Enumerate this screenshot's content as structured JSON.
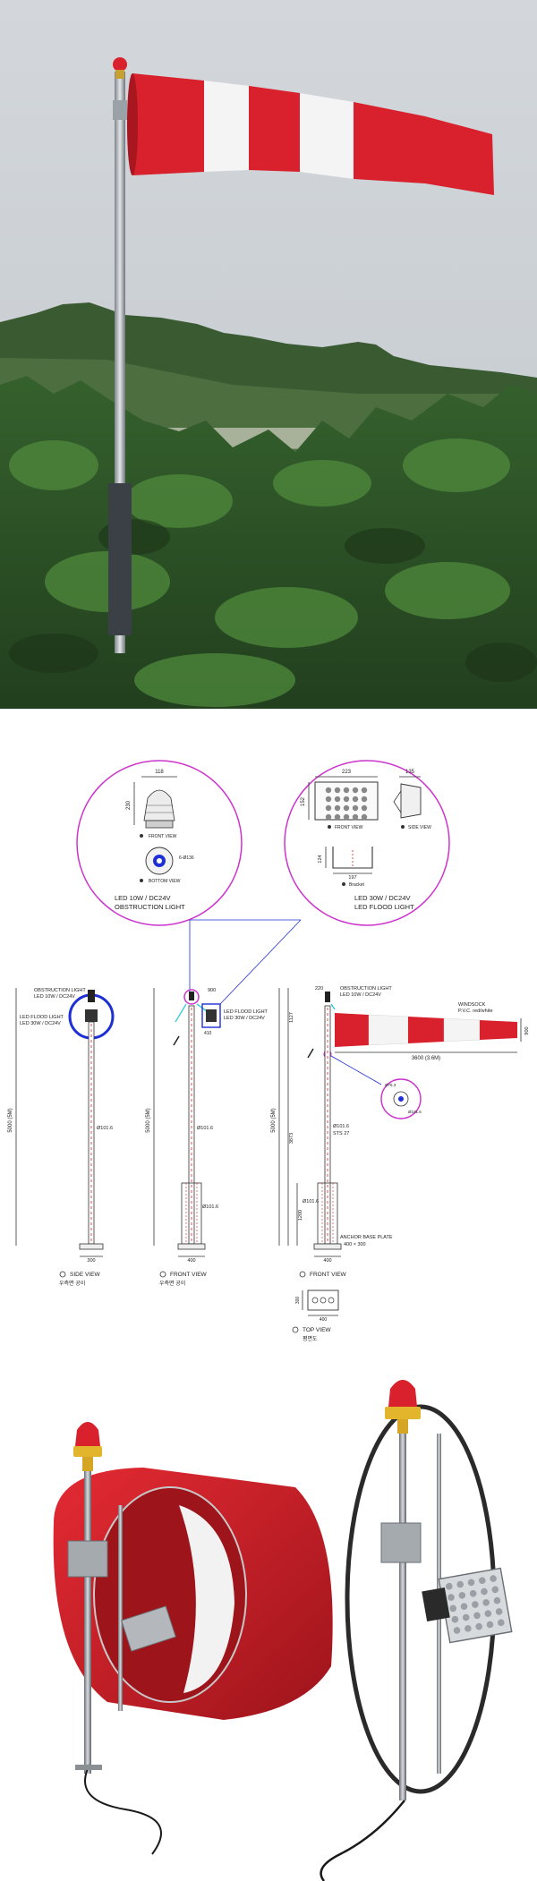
{
  "drawing": {
    "obstruction_detail": {
      "dim_width": "118",
      "dim_height": "230",
      "front_view": "FRONT VIEW",
      "bottom_view": "BOTTOM VIEW",
      "hole_note": "6-Ø136",
      "caption_line1": "LED 10W / DC24V",
      "caption_line2": "OBSTRUCTION LIGHT"
    },
    "flood_detail": {
      "dim_width": "223",
      "dim_depth": "135",
      "dim_height": "152",
      "front_view": "FRONT VIEW",
      "side_view": "SIDE VIEW",
      "bracket_dim_h": "124",
      "bracket_dim_w": "197",
      "bracket_label": "Bracket",
      "caption_line1": "LED 30W / DC24V",
      "caption_line2": "LED FLOOD LIGHT"
    },
    "side_view": {
      "label_obstruction_1": "OBSTRUCTION LIGHT",
      "label_obstruction_2": "LED 10W / DC24V",
      "label_flood_1": "LED FLOOD LIGHT",
      "label_flood_2": "LED 30W / DC24V",
      "height_dim": "5000 (5M)",
      "pipe_dim": "Ø101.6",
      "base_dim": "300",
      "title": "SIDE VIEW",
      "subtitle": "우측면 공이"
    },
    "front_view_1": {
      "top_dim": "900",
      "label_flood_1": "LED FLOOD LIGHT",
      "label_flood_2": "LED 30W / DC24V",
      "side_dim": "410",
      "height_dim": "5000 (5M)",
      "pipe_dim": "Ø101.6",
      "pipe_dim_lower": "Ø101.6",
      "base_dim": "400",
      "title": "FRONT VIEW",
      "subtitle": "우측면 공이"
    },
    "front_view_2": {
      "top_dim": "220",
      "label_obstruction_1": "OBSTRUCTION LIGHT",
      "label_obstruction_2": "LED 10W / DC24V",
      "windsock_label_1": "WINDSOCK",
      "windsock_label_2": "P.V.C. red/white",
      "dim_1127": "1127",
      "dim_3873": "3873",
      "dim_1200": "1200",
      "height_dim": "5000 (5M)",
      "windsock_length": "3600 (3.6M)",
      "windsock_dia": "900",
      "pipe_dim": "Ø101.6",
      "pipe_dim_2": "STS 27",
      "pipe_dim_lower": "Ø101.6",
      "anchor_1": "ANCHOR BASE PLATE",
      "anchor_2": "400 × 300",
      "base_dim": "400",
      "title": "FRONT VIEW",
      "ring_dim_1": "Ø76.3",
      "ring_dim_2": "Ø101.6"
    },
    "top_view": {
      "dim_height": "300",
      "dim_width": "400",
      "title": "TOP VIEW",
      "subtitle": "평면도"
    }
  },
  "colors": {
    "sock_red": "#d8212c",
    "sock_white": "#f4f4f4",
    "sky": "#c9ced4",
    "mountain": "#3d5c33",
    "forest": "#2f5a2a",
    "magenta": "#cc33cc",
    "blue": "#1f2fd6",
    "cyan": "#18c3d8"
  }
}
